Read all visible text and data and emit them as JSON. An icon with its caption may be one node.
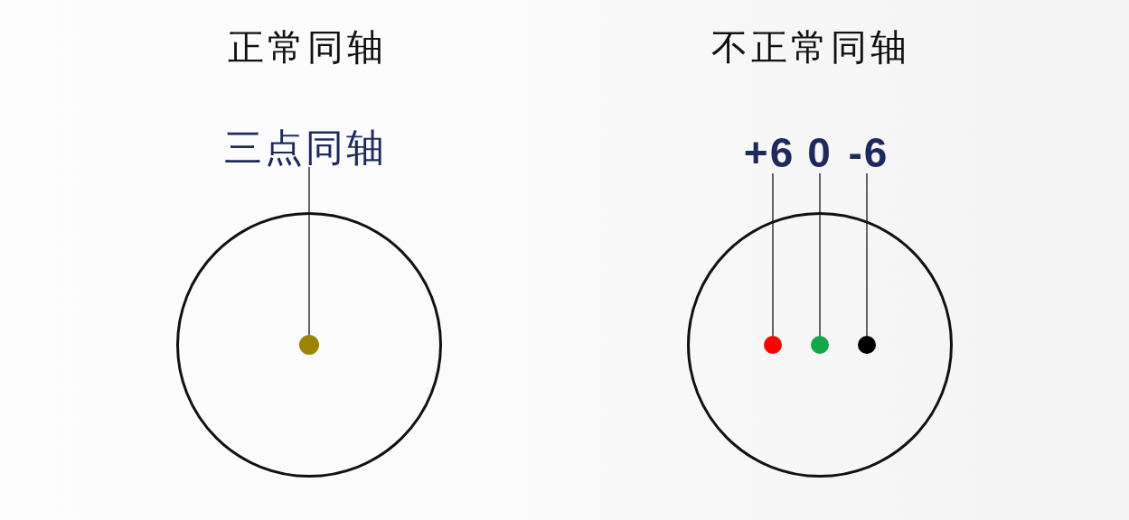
{
  "diagram": {
    "nodes": [
      {
        "text": [
          "三点同轴"
        ]
      },
      {
        "text": [],
        "shape": "circle"
      },
      {
        "text": [],
        "shape": "circle",
        "in": 1
      },
      {
        "text": [
          "+6"
        ]
      },
      {
        "text": [
          "0"
        ]
      },
      {
        "text": [
          "-6"
        ]
      },
      {
        "text": [],
        "shape": "circle"
      },
      {
        "text": [],
        "shape": "circle",
        "in": 6
      },
      {
        "text": [],
        "shape": "circle",
        "in": 6
      },
      {
        "text": [],
        "shape": "circle",
        "in": 6
      }
    ],
    "edges": [
      {
        "from": 0,
        "to": 2,
        "arrow": "none"
      },
      {
        "from": 3,
        "to": 7,
        "arrow": "none"
      },
      {
        "from": 4,
        "to": 8,
        "arrow": "none"
      },
      {
        "from": 5,
        "to": 9,
        "arrow": "none"
      }
    ],
    "labels": [
      "正常同轴",
      "不正常同轴"
    ]
  }
}
